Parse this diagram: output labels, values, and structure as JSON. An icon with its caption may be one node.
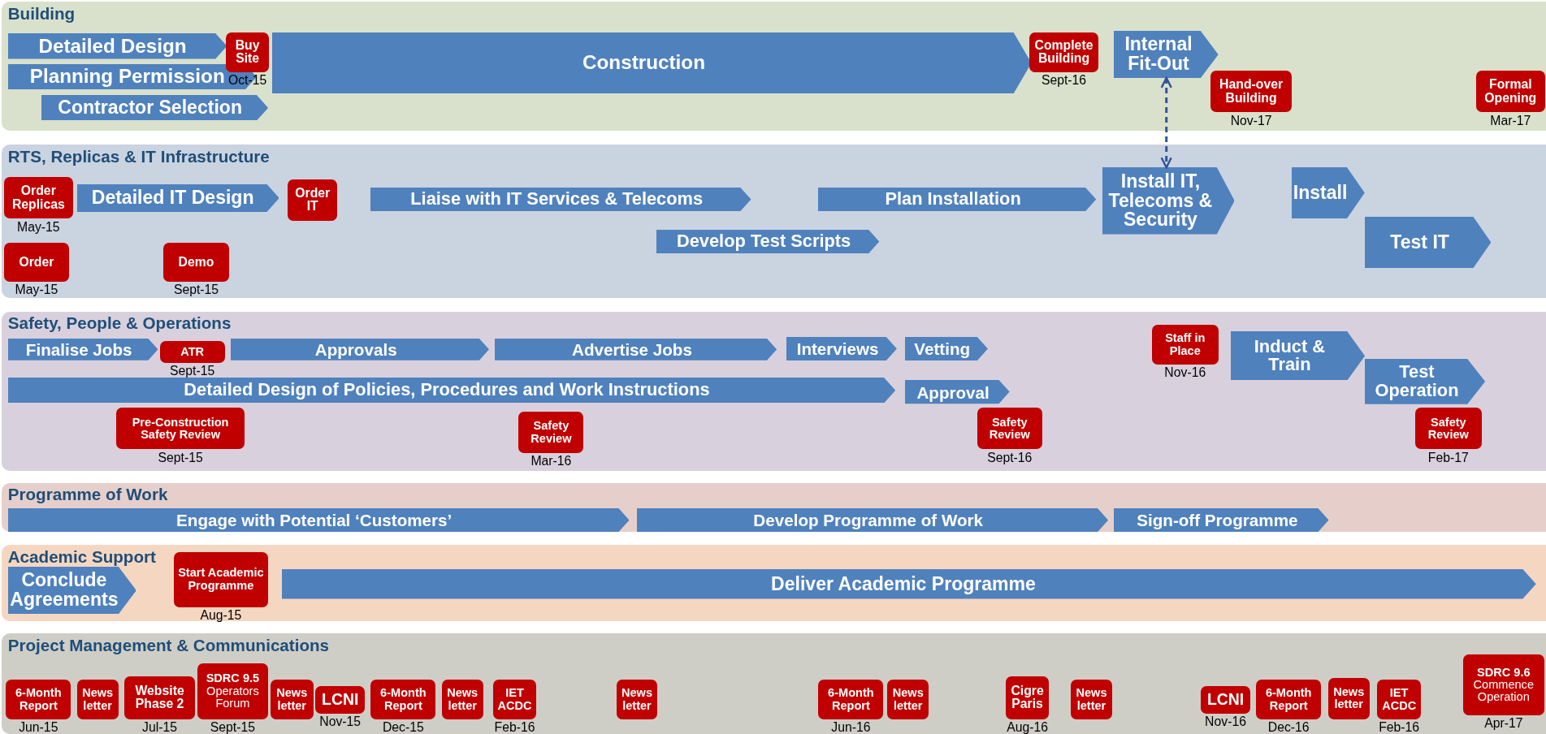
{
  "diagram": {
    "nodes": [
      {
        "text": [
          "Building"
        ]
      },
      {
        "text": [
          "Detailed Design"
        ],
        "in": 0
      },
      {
        "text": [
          "Planning Permission"
        ],
        "in": 0
      },
      {
        "text": [
          "Contractor Selection"
        ],
        "in": 0
      },
      {
        "text": [
          "Buy Site"
        ],
        "beside": [
          "Oct-15"
        ],
        "in": 0
      },
      {
        "text": [
          "Construction"
        ],
        "in": 0
      },
      {
        "text": [
          "Complete Building"
        ],
        "beside": [
          "Sept-16"
        ],
        "in": 0
      },
      {
        "text": [
          "Internal Fit-Out"
        ],
        "in": 0
      },
      {
        "text": [
          "Hand-over Building"
        ],
        "beside": [
          "Nov-17"
        ],
        "in": 0
      },
      {
        "text": [
          "Formal Opening"
        ],
        "beside": [
          "Mar-17"
        ],
        "in": 0
      },
      {
        "text": [
          "RTS, Replicas & IT Infrastructure"
        ]
      },
      {
        "text": [
          "Order Replicas"
        ],
        "beside": [
          "May-15"
        ],
        "in": 10
      },
      {
        "text": [
          "Detailed IT Design"
        ],
        "in": 10
      },
      {
        "text": [
          "Order IT"
        ],
        "in": 10
      },
      {
        "text": [
          "Liaise with IT Services & Telecoms"
        ],
        "in": 10
      },
      {
        "text": [
          "Plan Installation"
        ],
        "in": 10
      },
      {
        "text": [
          "Install IT, Telecoms & Security"
        ],
        "in": 10
      },
      {
        "text": [
          "Install"
        ],
        "in": 10
      },
      {
        "text": [
          "Test IT"
        ],
        "in": 10
      },
      {
        "text": [
          "Develop Test Scripts"
        ],
        "in": 10
      },
      {
        "text": [
          "Order"
        ],
        "beside": [
          "May-15"
        ],
        "in": 10
      },
      {
        "text": [
          "Demo"
        ],
        "beside": [
          "Sept-15"
        ],
        "in": 10
      },
      {
        "text": [
          "Safety, People & Operations"
        ]
      },
      {
        "text": [
          "Finalise Jobs"
        ],
        "in": 22
      },
      {
        "text": [
          "ATR"
        ],
        "beside": [
          "Sept-15"
        ],
        "in": 22
      },
      {
        "text": [
          "Approvals"
        ],
        "in": 22
      },
      {
        "text": [
          "Advertise Jobs"
        ],
        "in": 22
      },
      {
        "text": [
          "Interviews"
        ],
        "in": 22
      },
      {
        "text": [
          "Vetting"
        ],
        "in": 22
      },
      {
        "text": [
          "Staff in Place"
        ],
        "beside": [
          "Nov-16"
        ],
        "in": 22
      },
      {
        "text": [
          "Induct & Train"
        ],
        "in": 22
      },
      {
        "text": [
          "Detailed Design of Policies, Procedures and Work Instructions"
        ],
        "in": 22
      },
      {
        "text": [
          "Approval"
        ],
        "in": 22
      },
      {
        "text": [
          "Test Operation"
        ],
        "in": 22
      },
      {
        "text": [
          "Pre-Construction Safety Review"
        ],
        "beside": [
          "Sept-15"
        ],
        "in": 22
      },
      {
        "text": [
          "Safety Review"
        ],
        "beside": [
          "Mar-16"
        ],
        "in": 22
      },
      {
        "text": [
          "Safety Review"
        ],
        "beside": [
          "Sept-16"
        ],
        "in": 22
      },
      {
        "text": [
          "Safety Review"
        ],
        "beside": [
          "Feb-17"
        ],
        "in": 22
      },
      {
        "text": [
          "Programme of Work"
        ]
      },
      {
        "text": [
          "Engage with Potential ‘Customers’"
        ],
        "in": 38
      },
      {
        "text": [
          "Develop Programme of Work"
        ],
        "in": 38
      },
      {
        "text": [
          "Sign-off Programme"
        ],
        "in": 38
      },
      {
        "text": [
          "Academic Support"
        ]
      },
      {
        "text": [
          "Conclude Agreements"
        ],
        "in": 42
      },
      {
        "text": [
          "Start Academic Programme"
        ],
        "beside": [
          "Aug-15"
        ],
        "in": 42
      },
      {
        "text": [
          "Deliver Academic Programme"
        ],
        "in": 42
      },
      {
        "text": [
          "Project Management & Communications"
        ]
      },
      {
        "text": [
          "6-Month Report"
        ],
        "beside": [
          "Jun-15"
        ],
        "in": 46
      },
      {
        "text": [
          "News letter"
        ],
        "in": 46
      },
      {
        "text": [
          "Website Phase 2"
        ],
        "beside": [
          "Jul-15"
        ],
        "in": 46
      },
      {
        "text": [
          "SDRC 9.5",
          "Operators Forum"
        ],
        "beside": [
          "Sept-15"
        ],
        "in": 46
      },
      {
        "text": [
          "News letter"
        ],
        "in": 46
      },
      {
        "text": [
          "LCNI"
        ],
        "beside": [
          "Nov-15"
        ],
        "in": 46
      },
      {
        "text": [
          "6-Month Report"
        ],
        "beside": [
          "Dec-15"
        ],
        "in": 46
      },
      {
        "text": [
          "News letter"
        ],
        "in": 46
      },
      {
        "text": [
          "IET ACDC"
        ],
        "beside": [
          "Feb-16"
        ],
        "in": 46
      },
      {
        "text": [
          "News letter"
        ],
        "in": 46
      },
      {
        "text": [
          "6-Month Report"
        ],
        "beside": [
          "Jun-16"
        ],
        "in": 46
      },
      {
        "text": [
          "News letter"
        ],
        "in": 46
      },
      {
        "text": [
          "Cigre Paris"
        ],
        "beside": [
          "Aug-16"
        ],
        "in": 46
      },
      {
        "text": [
          "News letter"
        ],
        "in": 46
      },
      {
        "text": [
          "LCNI"
        ],
        "beside": [
          "Nov-16"
        ],
        "in": 46
      },
      {
        "text": [
          "6-Month Report"
        ],
        "beside": [
          "Dec-16"
        ],
        "in": 46
      },
      {
        "text": [
          "News letter"
        ],
        "in": 46
      },
      {
        "text": [
          "IET ACDC"
        ],
        "beside": [
          "Feb-16"
        ],
        "in": 46
      },
      {
        "text": [
          "SDRC 9.6",
          "Commence Operation"
        ],
        "beside": [
          "Apr-17"
        ],
        "in": 46
      }
    ],
    "edges": [
      {
        "from": 7,
        "to": 16,
        "arrow": "both",
        "style": "dashed"
      }
    ]
  }
}
